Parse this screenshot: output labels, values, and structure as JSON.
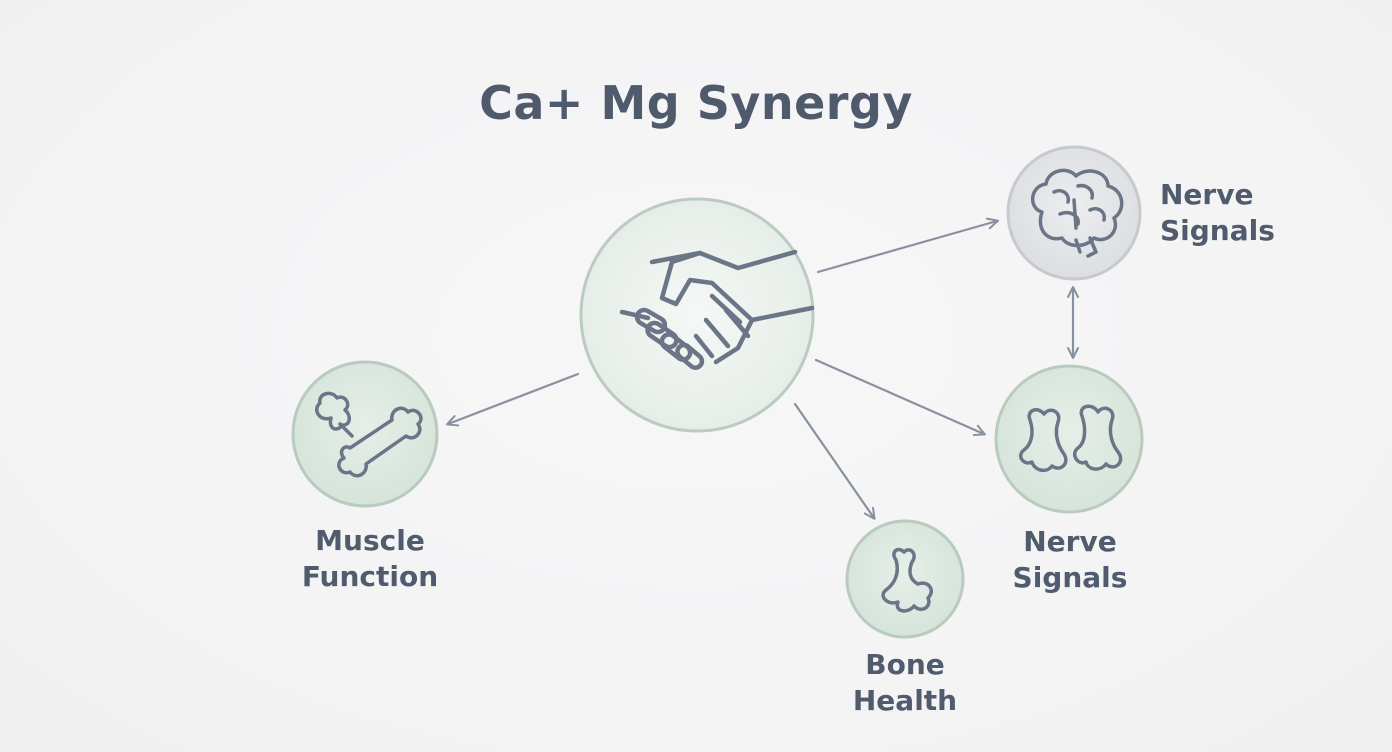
{
  "title": "Ca+ Mg Synergy",
  "colors": {
    "text": "#505b6e",
    "icon_stroke": "#6b7587",
    "arrow": "#8891a0",
    "node_green_fill": "#dde8e1",
    "node_green_stroke": "#b9cbbf",
    "node_grey_fill": "#e4e5e7",
    "node_grey_stroke": "#c6c9cd",
    "center_fill": "#eef2ef",
    "center_stroke": "#bccbc1"
  },
  "nodes": {
    "center": {
      "icon": "handshake-icon"
    },
    "nerve_top": {
      "icon": "brain-icon",
      "label_line1": "Nerve",
      "label_line2": "Signals"
    },
    "nerve_bottom": {
      "icon": "paired-bones-icon",
      "label_line1": "Nerve",
      "label_line2": "Signals"
    },
    "muscle": {
      "icon": "bone-icon",
      "label_line1": "Muscle",
      "label_line2": "Function"
    },
    "bone": {
      "icon": "bone-icon",
      "label_line1": "Bone",
      "label_line2": "Health"
    }
  }
}
